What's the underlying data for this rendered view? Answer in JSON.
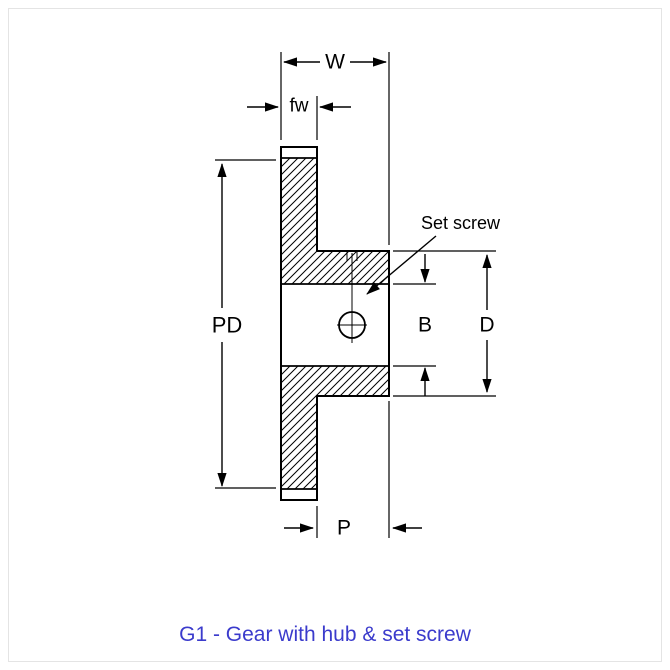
{
  "diagram": {
    "labels": {
      "w": "W",
      "fw": "fw",
      "pd": "PD",
      "b": "B",
      "d": "D",
      "p": "P",
      "set_screw": "Set screw"
    },
    "caption": "G1 - Gear with hub & set screw",
    "colors": {
      "line": "#000000",
      "caption": "#3b3bcc",
      "background": "#ffffff",
      "border": "#e4e4e4"
    }
  }
}
